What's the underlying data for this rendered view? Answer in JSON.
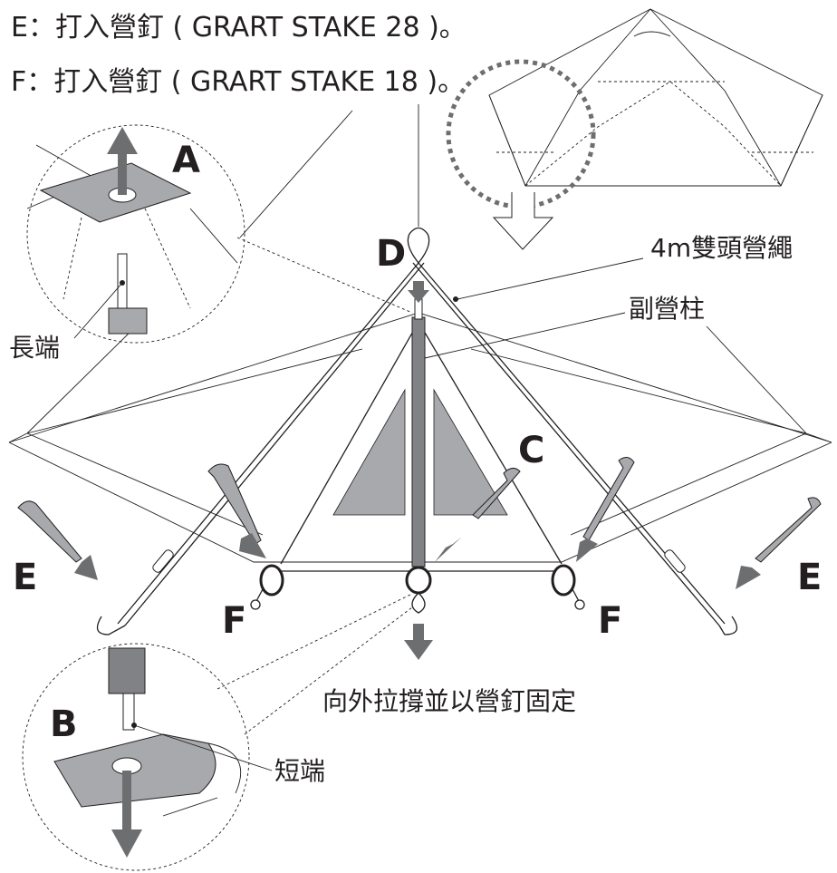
{
  "instructions": {
    "line_e": "E：打入營釘 ( GRART STAKE 28 )。",
    "line_f": "F：打入營釘 ( GRART STAKE 18 )。"
  },
  "labels": {
    "a": "A",
    "b": "B",
    "c": "C",
    "d": "D",
    "e_left": "E",
    "e_right": "E",
    "f_left": "F",
    "f_right": "F",
    "rope": "4m雙頭營繩",
    "sub_pole": "副營柱",
    "long_end": "長端",
    "short_end": "短端",
    "pull_out": "向外拉撐並以營釘固定"
  },
  "colors": {
    "line": "#231f20",
    "arrow": "#6d6e70",
    "panel": "#a7a9ac",
    "dotted_circle": "#6d6e70"
  }
}
